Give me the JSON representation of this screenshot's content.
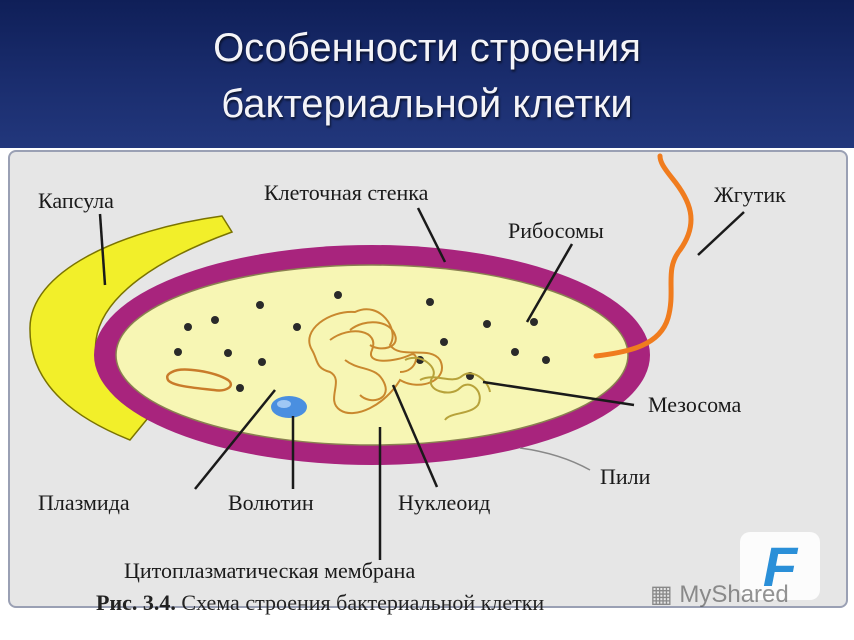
{
  "header": {
    "title_line1": "Особенности строения",
    "title_line2": "бактериальной клетки"
  },
  "labels": {
    "capsule": "Капсула",
    "cell_wall": "Клеточная стенка",
    "ribosomes": "Рибосомы",
    "flagellum": "Жгутик",
    "mesosome": "Мезосома",
    "pili": "Пили",
    "plasmid": "Плазмида",
    "volutin": "Волютин",
    "nucleoid": "Нуклеоид",
    "cytoplasmic_membrane": "Цитоплазматическая мембрана"
  },
  "caption": {
    "prefix": "Рис. 3.4.",
    "text": "Схема строения бактериальной клетки"
  },
  "watermark": {
    "text": "MyShared",
    "logo_letter": "F"
  },
  "colors": {
    "header_bg": "#1a2d6e",
    "capsule": "#f2ef2a",
    "cell_wall": "#a8247d",
    "cytoplasm": "#f7f6b4",
    "flagellum": "#f07c1e",
    "volutin": "#4a8fe0"
  }
}
